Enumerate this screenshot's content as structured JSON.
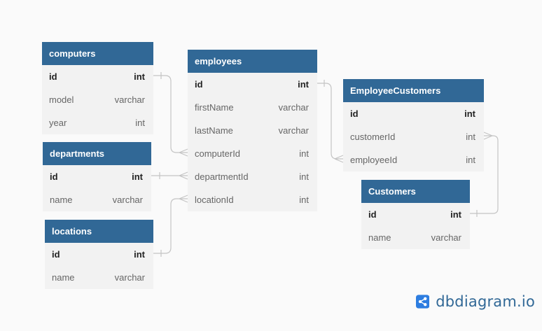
{
  "tables": [
    {
      "key": "computers",
      "name": "computers",
      "fields": [
        {
          "name": "id",
          "type": "int",
          "pk": true
        },
        {
          "name": "model",
          "type": "varchar"
        },
        {
          "name": "year",
          "type": "int"
        }
      ]
    },
    {
      "key": "departments",
      "name": "departments",
      "fields": [
        {
          "name": "id",
          "type": "int",
          "pk": true
        },
        {
          "name": "name",
          "type": "varchar"
        }
      ]
    },
    {
      "key": "locations",
      "name": "locations",
      "fields": [
        {
          "name": "id",
          "type": "int",
          "pk": true
        },
        {
          "name": "name",
          "type": "varchar"
        }
      ]
    },
    {
      "key": "employees",
      "name": "employees",
      "fields": [
        {
          "name": "id",
          "type": "int",
          "pk": true
        },
        {
          "name": "firstName",
          "type": "varchar"
        },
        {
          "name": "lastName",
          "type": "varchar"
        },
        {
          "name": "computerId",
          "type": "int"
        },
        {
          "name": "departmentId",
          "type": "int"
        },
        {
          "name": "locationId",
          "type": "int"
        }
      ]
    },
    {
      "key": "employee-customers",
      "name": "EmployeeCustomers",
      "fields": [
        {
          "name": "id",
          "type": "int",
          "pk": true
        },
        {
          "name": "customerId",
          "type": "int"
        },
        {
          "name": "employeeId",
          "type": "int"
        }
      ]
    },
    {
      "key": "customers",
      "name": "Customers",
      "fields": [
        {
          "name": "id",
          "type": "int",
          "pk": true
        },
        {
          "name": "name",
          "type": "varchar"
        }
      ]
    }
  ],
  "relations": [
    {
      "from": "computers.id",
      "to": "employees.computerId"
    },
    {
      "from": "departments.id",
      "to": "employees.departmentId"
    },
    {
      "from": "locations.id",
      "to": "employees.locationId"
    },
    {
      "from": "employees.id",
      "to": "EmployeeCustomers.employeeId"
    },
    {
      "from": "Customers.id",
      "to": "EmployeeCustomers.customerId"
    }
  ],
  "brand": {
    "text": "dbdiagram.io",
    "color": "#316896"
  },
  "colors": {
    "header": "#316896",
    "body": "#f2f2f2",
    "connector": "#c4c4c4",
    "background": "#fafafa"
  }
}
